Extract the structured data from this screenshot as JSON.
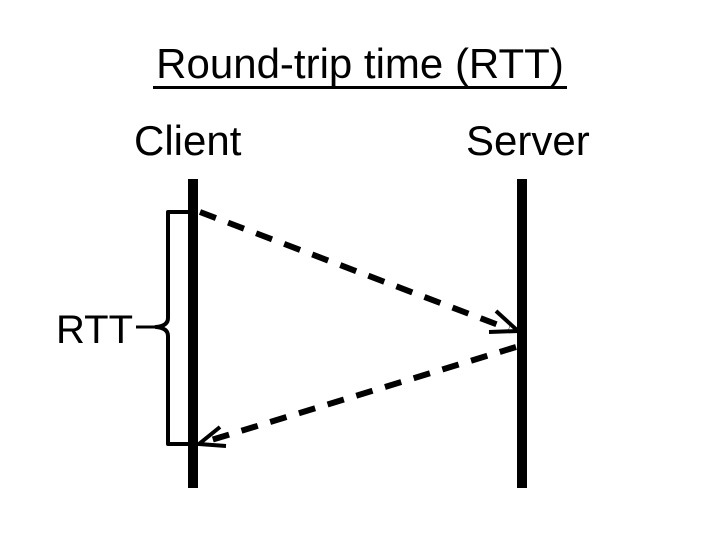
{
  "colors": {
    "ink": "#000000",
    "background": "#ffffff"
  },
  "diagram": {
    "title": "Round-trip time (RTT)",
    "client_label": "Client",
    "server_label": "Server",
    "rtt_label": "RTT",
    "messages": [
      {
        "name": "request",
        "from": "Client",
        "to": "Server",
        "line_style": "dashed",
        "arrowhead": "open"
      },
      {
        "name": "response",
        "from": "Server",
        "to": "Client",
        "line_style": "dashed",
        "arrowhead": "open"
      }
    ],
    "annotation": {
      "label": "RTT",
      "spans": "from request send at Client to response receipt at Client"
    }
  }
}
